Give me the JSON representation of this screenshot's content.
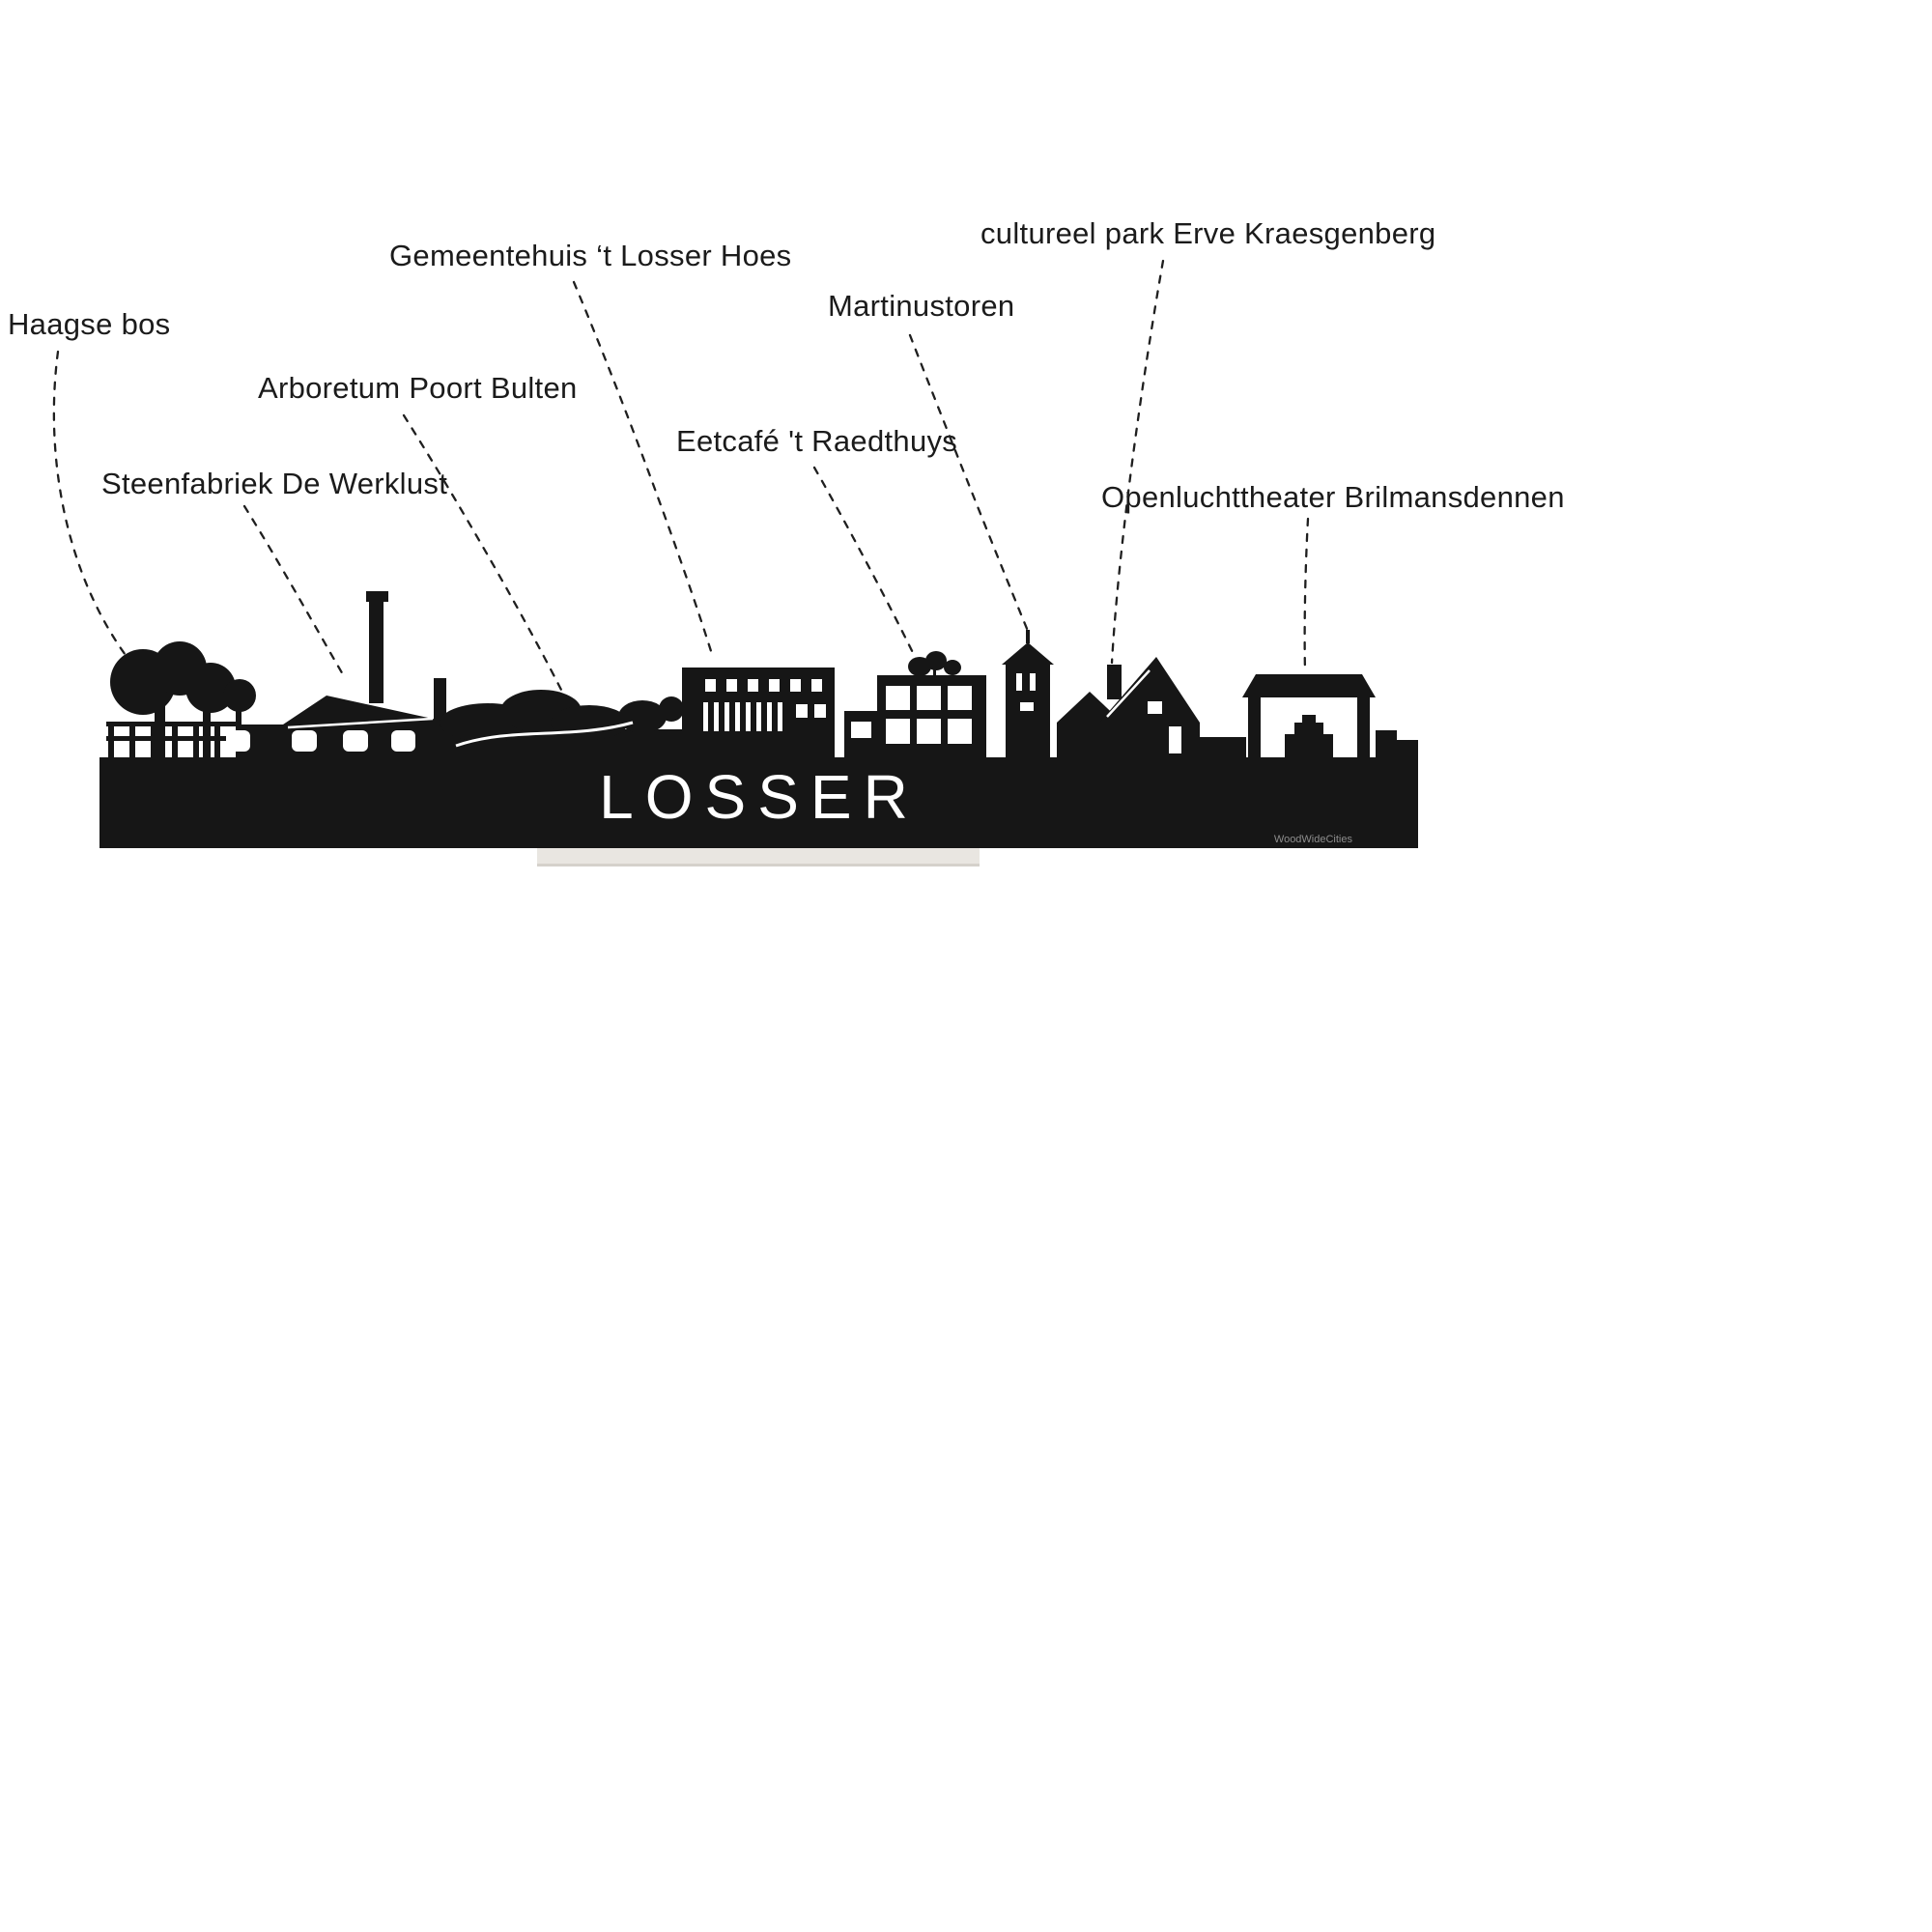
{
  "skyline": {
    "title": "LOSSER",
    "watermark": "WoodWideCities",
    "silhouette_color": "#161616",
    "stand_color": "#e9e6e1"
  },
  "labels": [
    {
      "id": "haagse-bos",
      "text": "Haagse bos"
    },
    {
      "id": "steenfabriek-de-werklust",
      "text": "Steenfabriek De Werklust"
    },
    {
      "id": "arboretum-poort-bulten",
      "text": "Arboretum Poort Bulten"
    },
    {
      "id": "gemeentehuis-t-losser-hoes",
      "text": "Gemeentehuis ‘t Losser Hoes"
    },
    {
      "id": "eetcafe-t-raedthuys",
      "text": "Eetcafé 't Raedthuys"
    },
    {
      "id": "martinustoren",
      "text": "Martinustoren"
    },
    {
      "id": "cultureel-park-erve-kraesgenberg",
      "text": "cultureel park Erve Kraesgenberg"
    },
    {
      "id": "openluchttheater-brilmansdennen",
      "text": "Openluchttheater Brilmansdennen"
    }
  ]
}
